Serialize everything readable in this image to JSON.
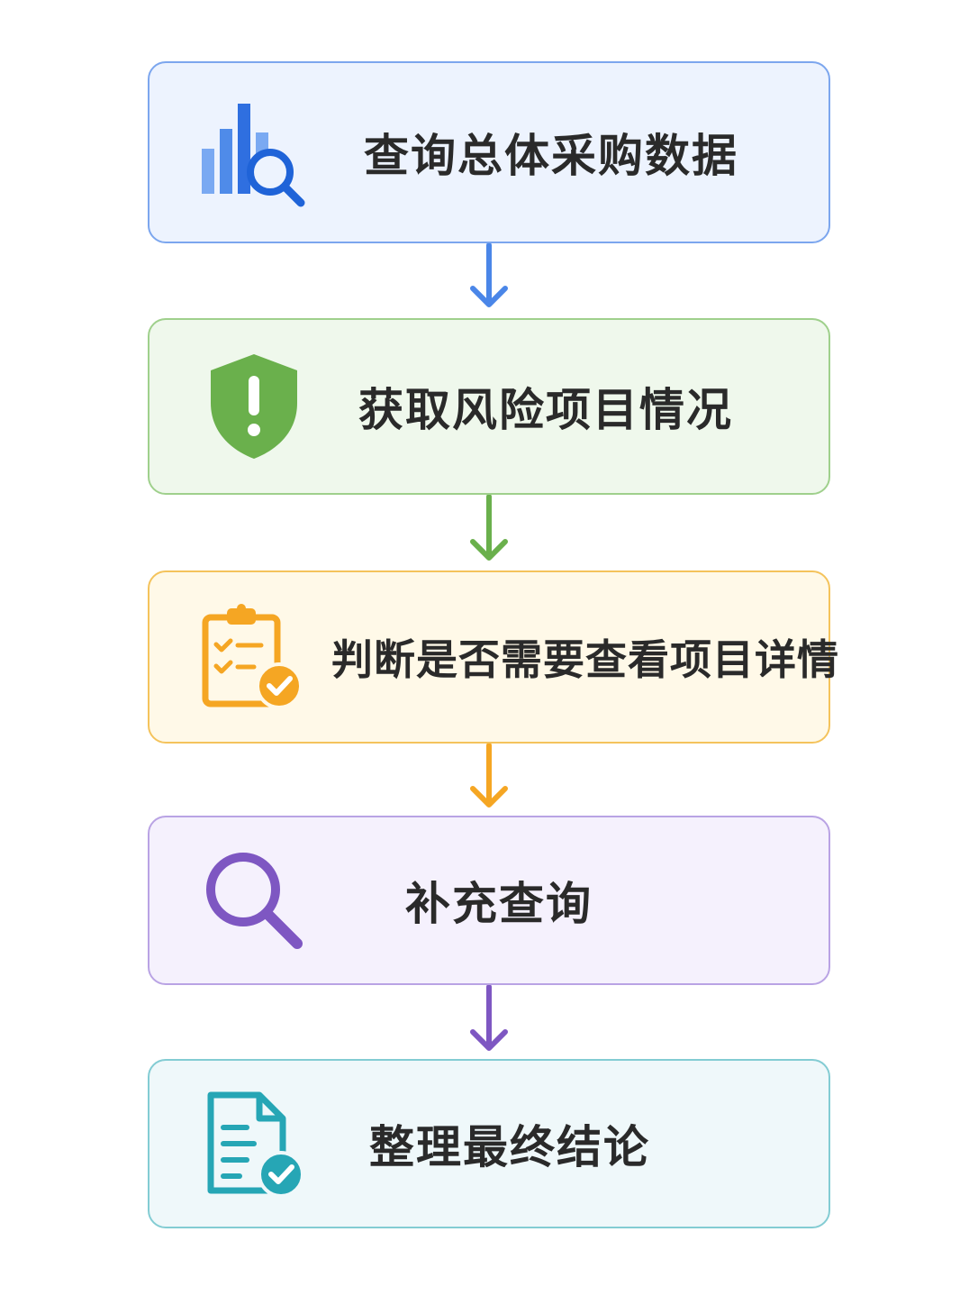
{
  "steps": [
    {
      "label": "查询总体采购数据",
      "icon": "bar-chart-search-icon",
      "color": "#4a86e8"
    },
    {
      "label": "获取风险项目情况",
      "icon": "shield-alert-icon",
      "color": "#6ab04c"
    },
    {
      "label": "判断是否需要查看项目详情",
      "icon": "clipboard-check-icon",
      "color": "#f5a623"
    },
    {
      "label": "补充查询",
      "icon": "search-icon",
      "color": "#7e57c2"
    },
    {
      "label": "整理最终结论",
      "icon": "document-check-icon",
      "color": "#26a6b5"
    }
  ]
}
